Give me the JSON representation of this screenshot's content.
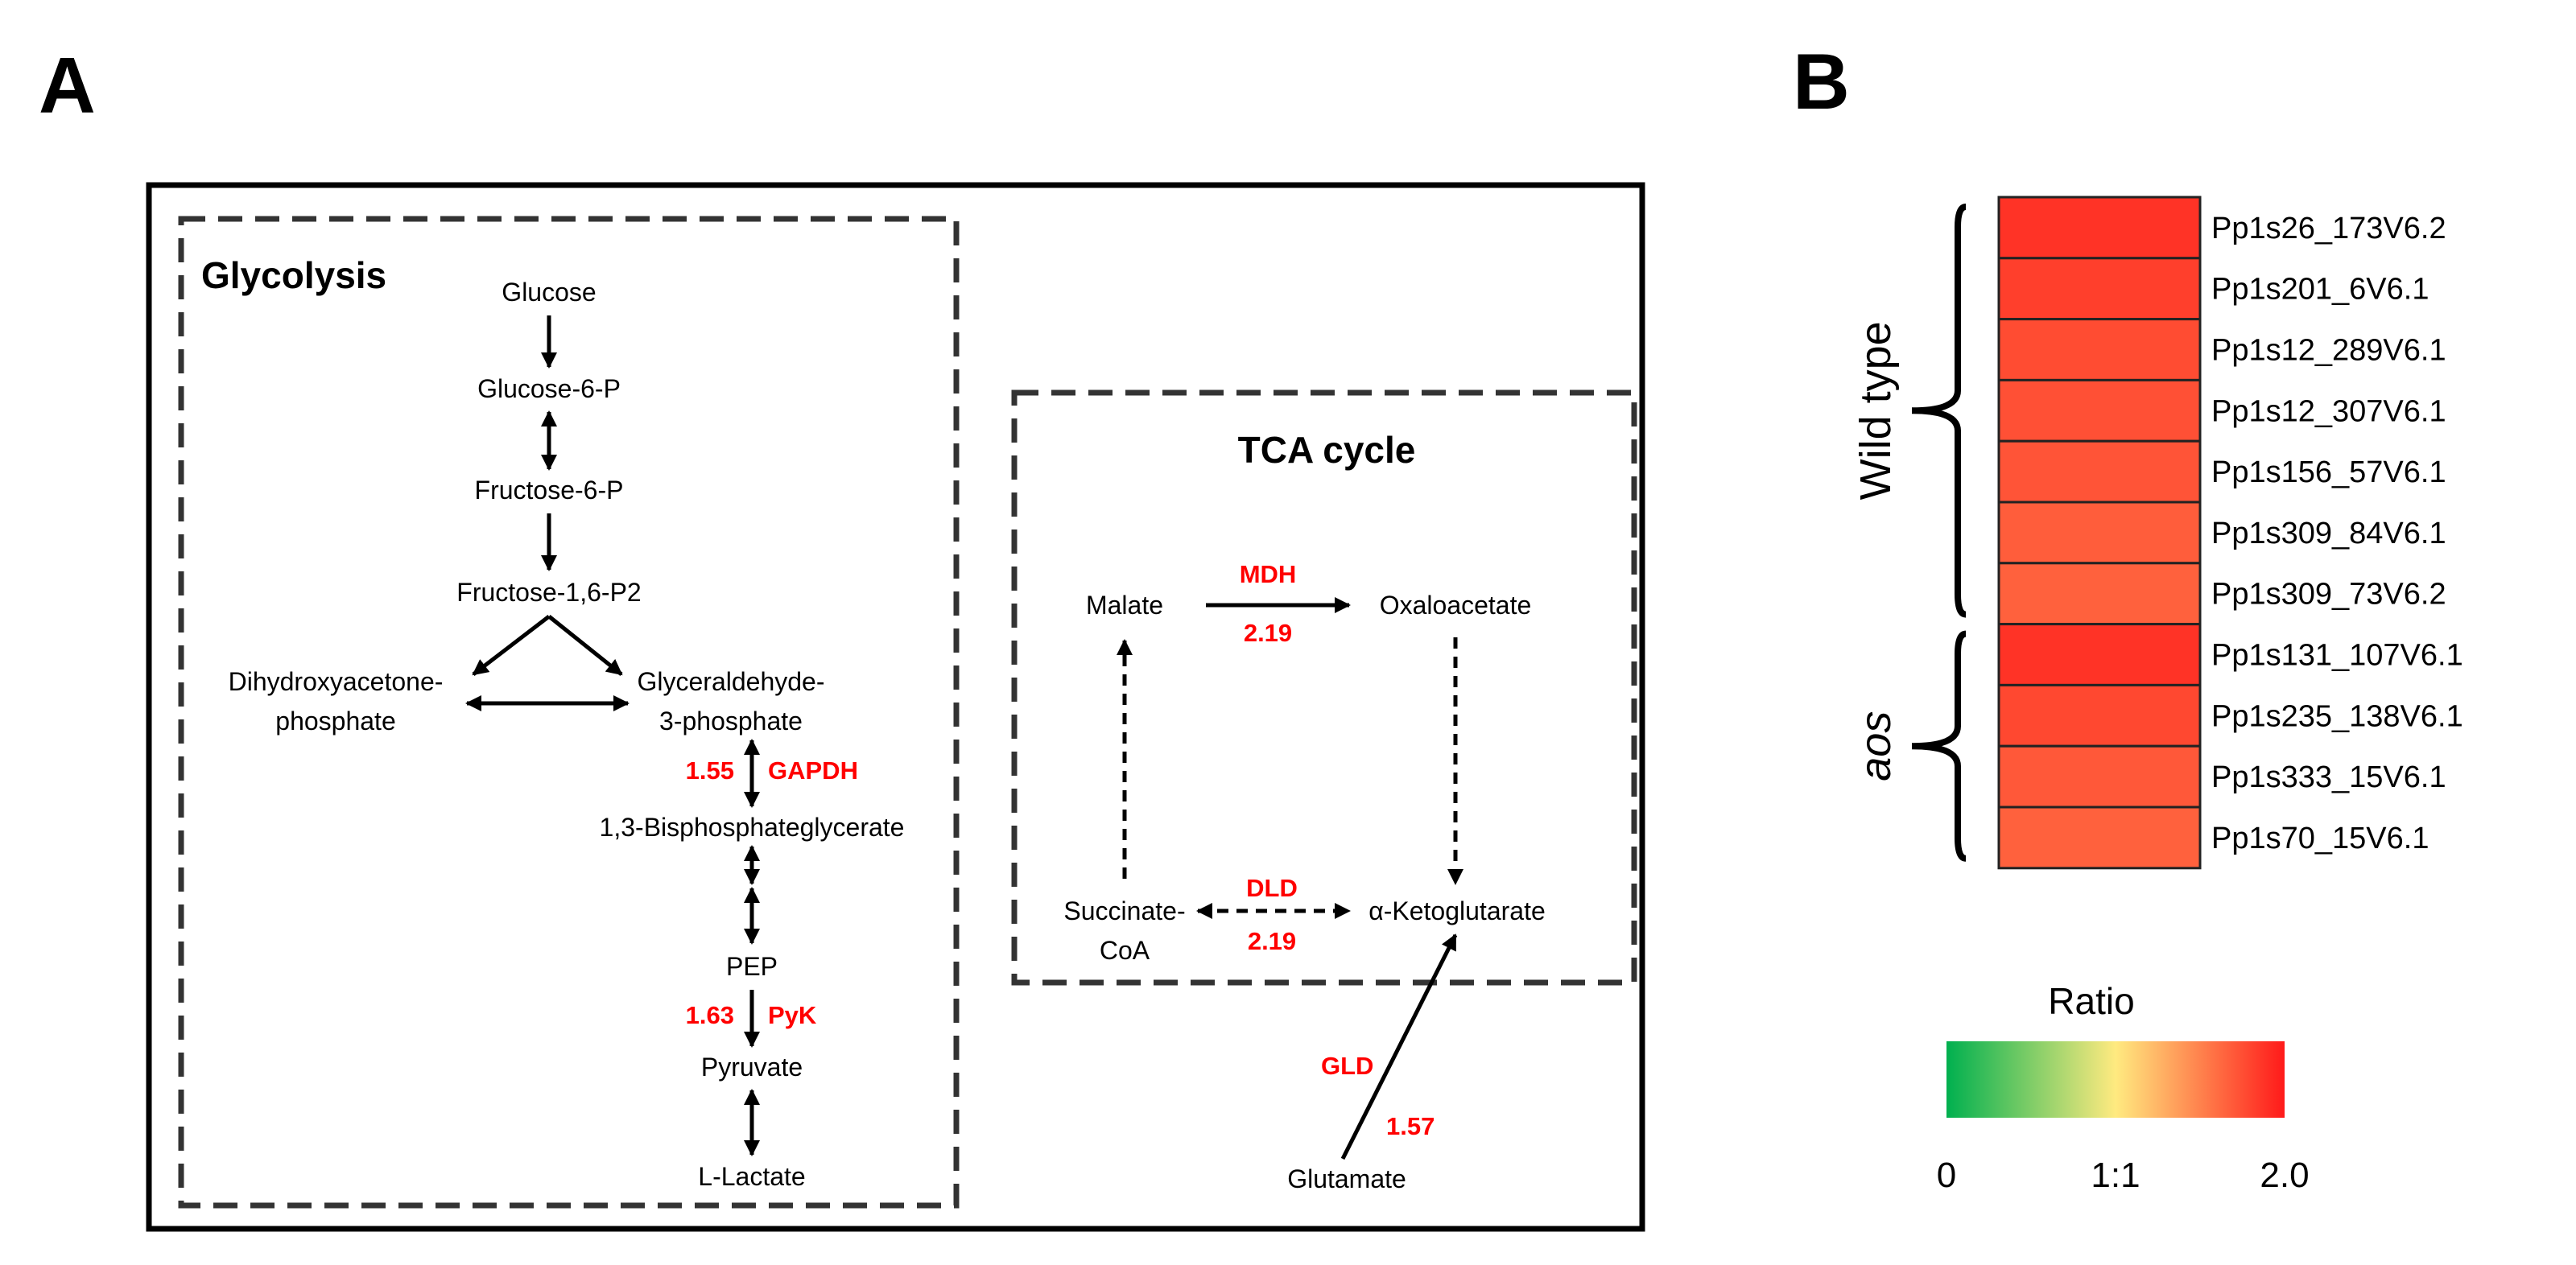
{
  "panels": {
    "a_label": "A",
    "b_label": "B"
  },
  "glycolysis": {
    "title": "Glycolysis",
    "glucose": "Glucose",
    "glucose6p": "Glucose-6-P",
    "fructose6p": "Fructose-6-P",
    "fructose16p2": "Fructose-1,6-P2",
    "dhap_line1": "Dihydroxyacetone-",
    "dhap_line2": "phosphate",
    "g3p_line1": "Glyceraldehyde-",
    "g3p_line2": "3-phosphate",
    "bpg": "1,3-Bisphosphateglycerate",
    "pep": "PEP",
    "pyruvate": "Pyruvate",
    "lactate": "L-Lactate",
    "gapdh_value": "1.55",
    "gapdh_name": "GAPDH",
    "pyk_value": "1.63",
    "pyk_name": "PyK"
  },
  "tca": {
    "title": "TCA cycle",
    "malate": "Malate",
    "oxaloacetate": "Oxaloacetate",
    "succinate_line1": "Succinate-",
    "succinate_line2": "CoA",
    "akg": "α-Ketoglutarate",
    "glutamate": "Glutamate",
    "mdh_name": "MDH",
    "mdh_value": "2.19",
    "dld_name": "DLD",
    "dld_value": "2.19",
    "gld_name": "GLD",
    "gld_value": "1.57"
  },
  "heatmap": {
    "groups": [
      {
        "label": "Wild type",
        "italic": false,
        "start": 0,
        "end": 6
      },
      {
        "label": "aos",
        "italic": true,
        "start": 7,
        "end": 10
      }
    ],
    "rows": [
      {
        "gene": "Pp1s26_173V6.2",
        "ratio": 1.88
      },
      {
        "gene": "Pp1s201_6V6.1",
        "ratio": 1.82
      },
      {
        "gene": "Pp1s12_289V6.1",
        "ratio": 1.76
      },
      {
        "gene": "Pp1s12_307V6.1",
        "ratio": 1.74
      },
      {
        "gene": "Pp1s156_57V6.1",
        "ratio": 1.72
      },
      {
        "gene": "Pp1s309_84V6.1",
        "ratio": 1.68
      },
      {
        "gene": "Pp1s309_73V6.2",
        "ratio": 1.66
      },
      {
        "gene": "Pp1s131_107V6.1",
        "ratio": 1.88
      },
      {
        "gene": "Pp1s235_138V6.1",
        "ratio": 1.78
      },
      {
        "gene": "Pp1s333_15V6.1",
        "ratio": 1.7
      },
      {
        "gene": "Pp1s70_15V6.1",
        "ratio": 1.66
      }
    ],
    "colors": {
      "low": "#00b04f",
      "mid": "#ffea80",
      "high": "#ff1a1a",
      "cell_border": "#222222"
    }
  },
  "legend": {
    "title": "Ratio",
    "min_label": "0",
    "mid_label": "1:1",
    "max_label": "2.0",
    "min": 0,
    "mid": 1,
    "max": 2
  }
}
